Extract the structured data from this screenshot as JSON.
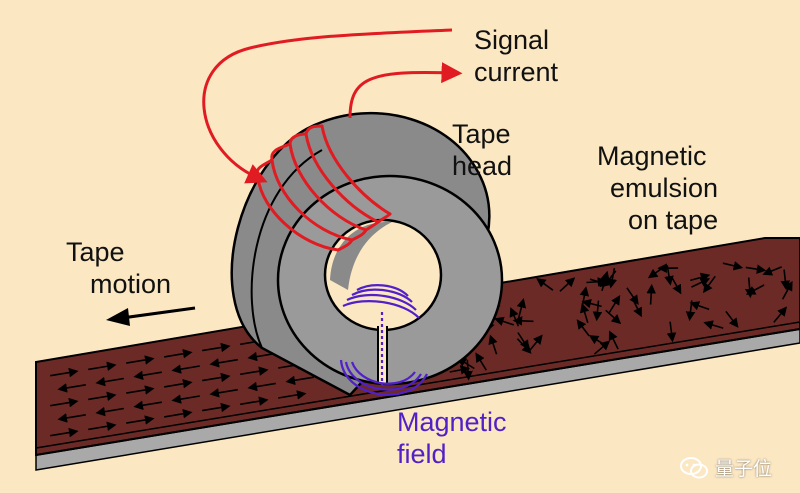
{
  "labels": {
    "signal_line1": "Signal",
    "signal_line2": "current",
    "tape_head_line1": "Tape",
    "tape_head_line2": "head",
    "emulsion_line1": "Magnetic",
    "emulsion_line2": "emulsion",
    "emulsion_line3": "on tape",
    "motion_line1": "Tape",
    "motion_line2": "motion",
    "field_line1": "Magnetic",
    "field_line2": "field"
  },
  "watermark": {
    "text": "量子位",
    "icon": "wechat-bubble-icon"
  },
  "colors": {
    "background": "#fbe7c2",
    "tape_emulsion": "#6b2a26",
    "tape_base": "#a9a9a9",
    "head_gray": "#9a9a9a",
    "wire_red": "#e11b22",
    "field_purple": "#5020c8",
    "label_purple": "#5020c8"
  }
}
